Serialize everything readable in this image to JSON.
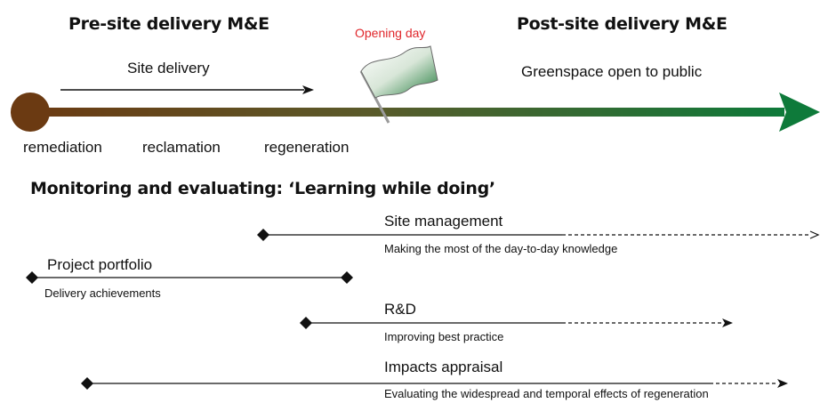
{
  "phases": {
    "pre_site": "Pre-site delivery M&E",
    "post_site": "Post-site delivery M&E"
  },
  "milestone": {
    "label": "Opening day",
    "label_color": "#e0262b",
    "icon": "flag-icon"
  },
  "timeline": {
    "top_arrow_labels": {
      "site_delivery": "Site delivery",
      "greenspace": "Greenspace open to public"
    },
    "stages": [
      "remediation",
      "reclamation",
      "regeneration"
    ],
    "gradient_start_color": "#6b3a12",
    "gradient_end_color": "#0e7a3a"
  },
  "section_title": "Monitoring and evaluating: ‘Learning while doing’",
  "activities": [
    {
      "name": "Site management",
      "description": "Making the most of the day-to-day knowledge"
    },
    {
      "name": "Project portfolio",
      "description": "Delivery achievements"
    },
    {
      "name": "R&D",
      "description": "Improving best practice"
    },
    {
      "name": "Impacts appraisal",
      "description": "Evaluating the widespread and temporal effects of regeneration"
    }
  ]
}
